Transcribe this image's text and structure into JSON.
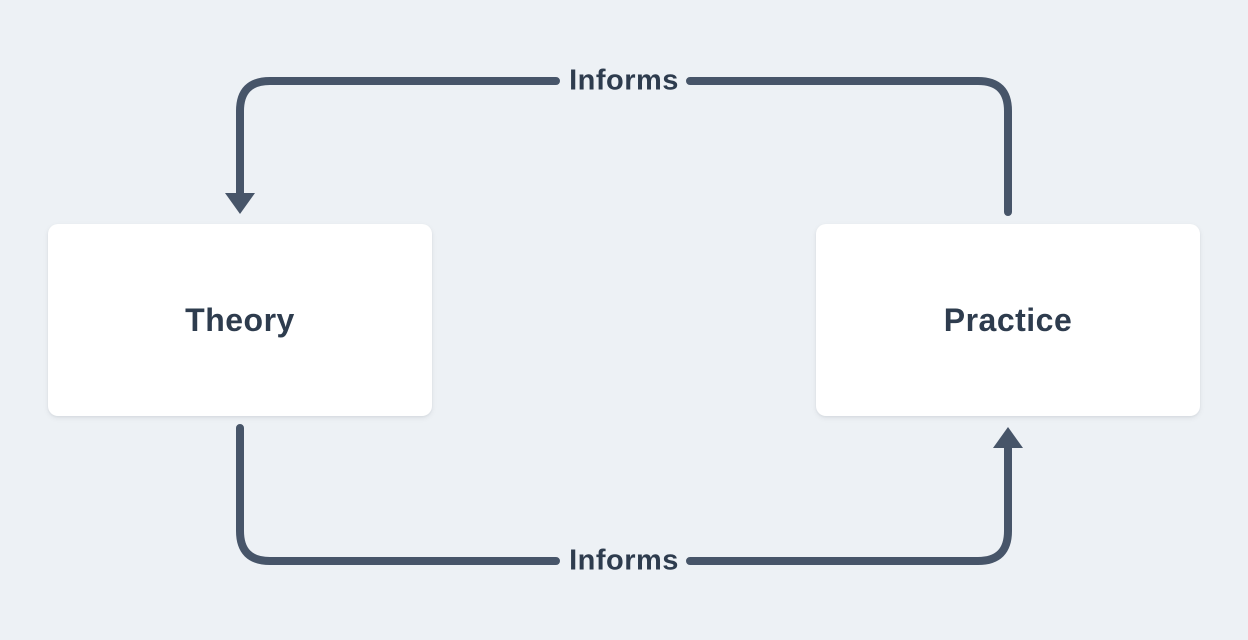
{
  "theme": {
    "background": "#edf1f5",
    "arrow_color": "#475569",
    "text_color": "#2e3c4e",
    "node_bg": "#ffffff"
  },
  "diagram": {
    "nodes": [
      {
        "id": "theory",
        "label": "Theory"
      },
      {
        "id": "practice",
        "label": "Practice"
      }
    ],
    "edges": [
      {
        "id": "practice-informs-theory",
        "from": "practice",
        "to": "theory",
        "label": "Informs",
        "position": "top"
      },
      {
        "id": "theory-informs-practice",
        "from": "theory",
        "to": "practice",
        "label": "Informs",
        "position": "bottom"
      }
    ]
  }
}
